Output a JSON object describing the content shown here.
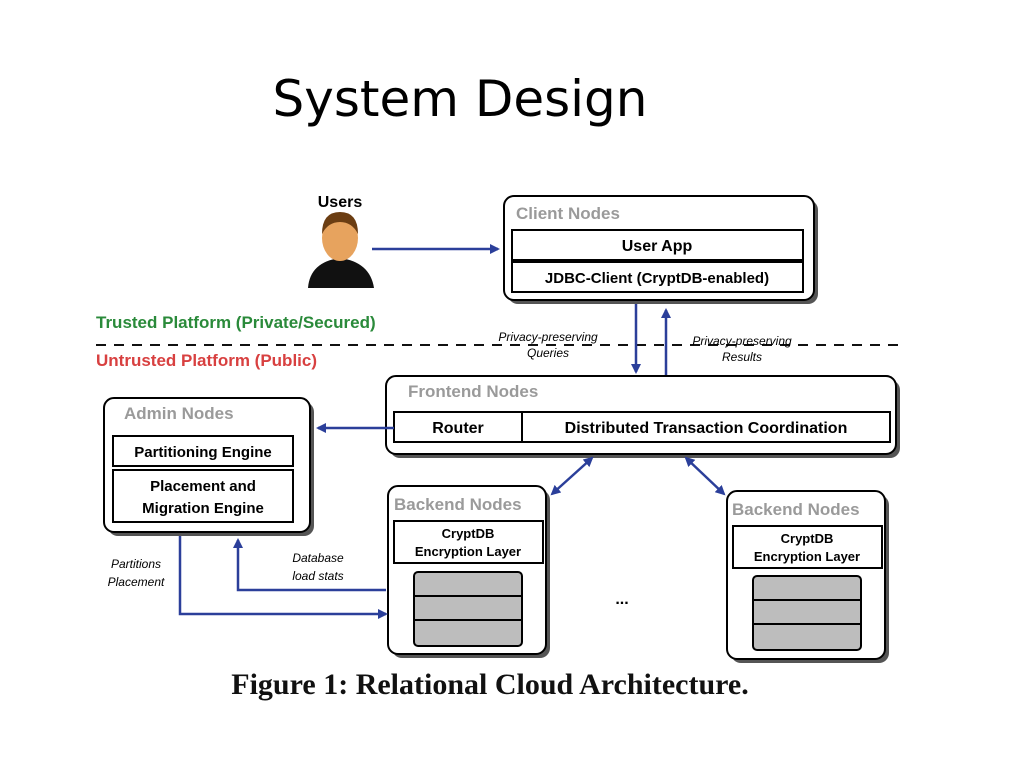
{
  "slide": {
    "title": "System Design",
    "caption": "Figure 1: Relational Cloud Architecture."
  },
  "diagram": {
    "users_label": "Users",
    "client": {
      "title": "Client Nodes",
      "app": "User App",
      "jdbc": "JDBC-Client (CryptDB-enabled)"
    },
    "trusted_label": "Trusted Platform (Private/Secured)",
    "untrusted_label": "Untrusted Platform (Public)",
    "queries_label_1": "Privacy-preserving",
    "queries_label_2": "Queries",
    "results_label_1": "Privacy-preserving",
    "results_label_2": "Results",
    "frontend": {
      "title": "Frontend Nodes",
      "router": "Router",
      "dtc": "Distributed Transaction Coordination"
    },
    "admin": {
      "title": "Admin Nodes",
      "partitioning": "Partitioning Engine",
      "placement_1": "Placement and",
      "placement_2": "Migration Engine"
    },
    "backend_left": {
      "title": "Backend Nodes",
      "layer_1": "CryptDB",
      "layer_2": "Encryption Layer"
    },
    "backend_right": {
      "title": "Backend Nodes",
      "layer_1": "CryptDB",
      "layer_2": "Encryption Layer"
    },
    "ellipsis": "...",
    "partitions_label_1": "Partitions",
    "partitions_label_2": "Placement",
    "loadstats_label_1": "Database",
    "loadstats_label_2": "load stats",
    "colors": {
      "trusted": "#2a8a3a",
      "untrusted": "#d84040",
      "arrow": "#2b3f9a",
      "node_title": "#9a9a9a"
    }
  }
}
